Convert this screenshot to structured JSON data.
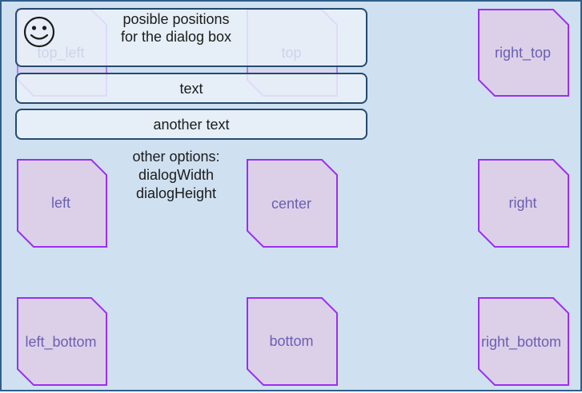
{
  "tiles": {
    "top_left": "top_left",
    "top": "top",
    "right_top": "right_top",
    "left": "left",
    "center": "center",
    "right": "right",
    "left_bottom": "left_bottom",
    "bottom": "bottom",
    "right_bottom": "right_bottom"
  },
  "dialog": {
    "icon": "smiley-face-icon",
    "title_line1": "posible positions",
    "title_line2": "for  the dialog box",
    "text_field": "text",
    "another_text_field": "another text"
  },
  "options": {
    "heading": "other options:",
    "width": "dialogWidth",
    "height": "dialogHeight"
  },
  "colors": {
    "background": "#cfe0f1",
    "frame_border": "#2f5f8a",
    "tile_fill": "#dcd0e9",
    "tile_stroke": "#9b2ff0",
    "tile_text": "#6a5fb0",
    "dialog_border": "#254a6e"
  }
}
